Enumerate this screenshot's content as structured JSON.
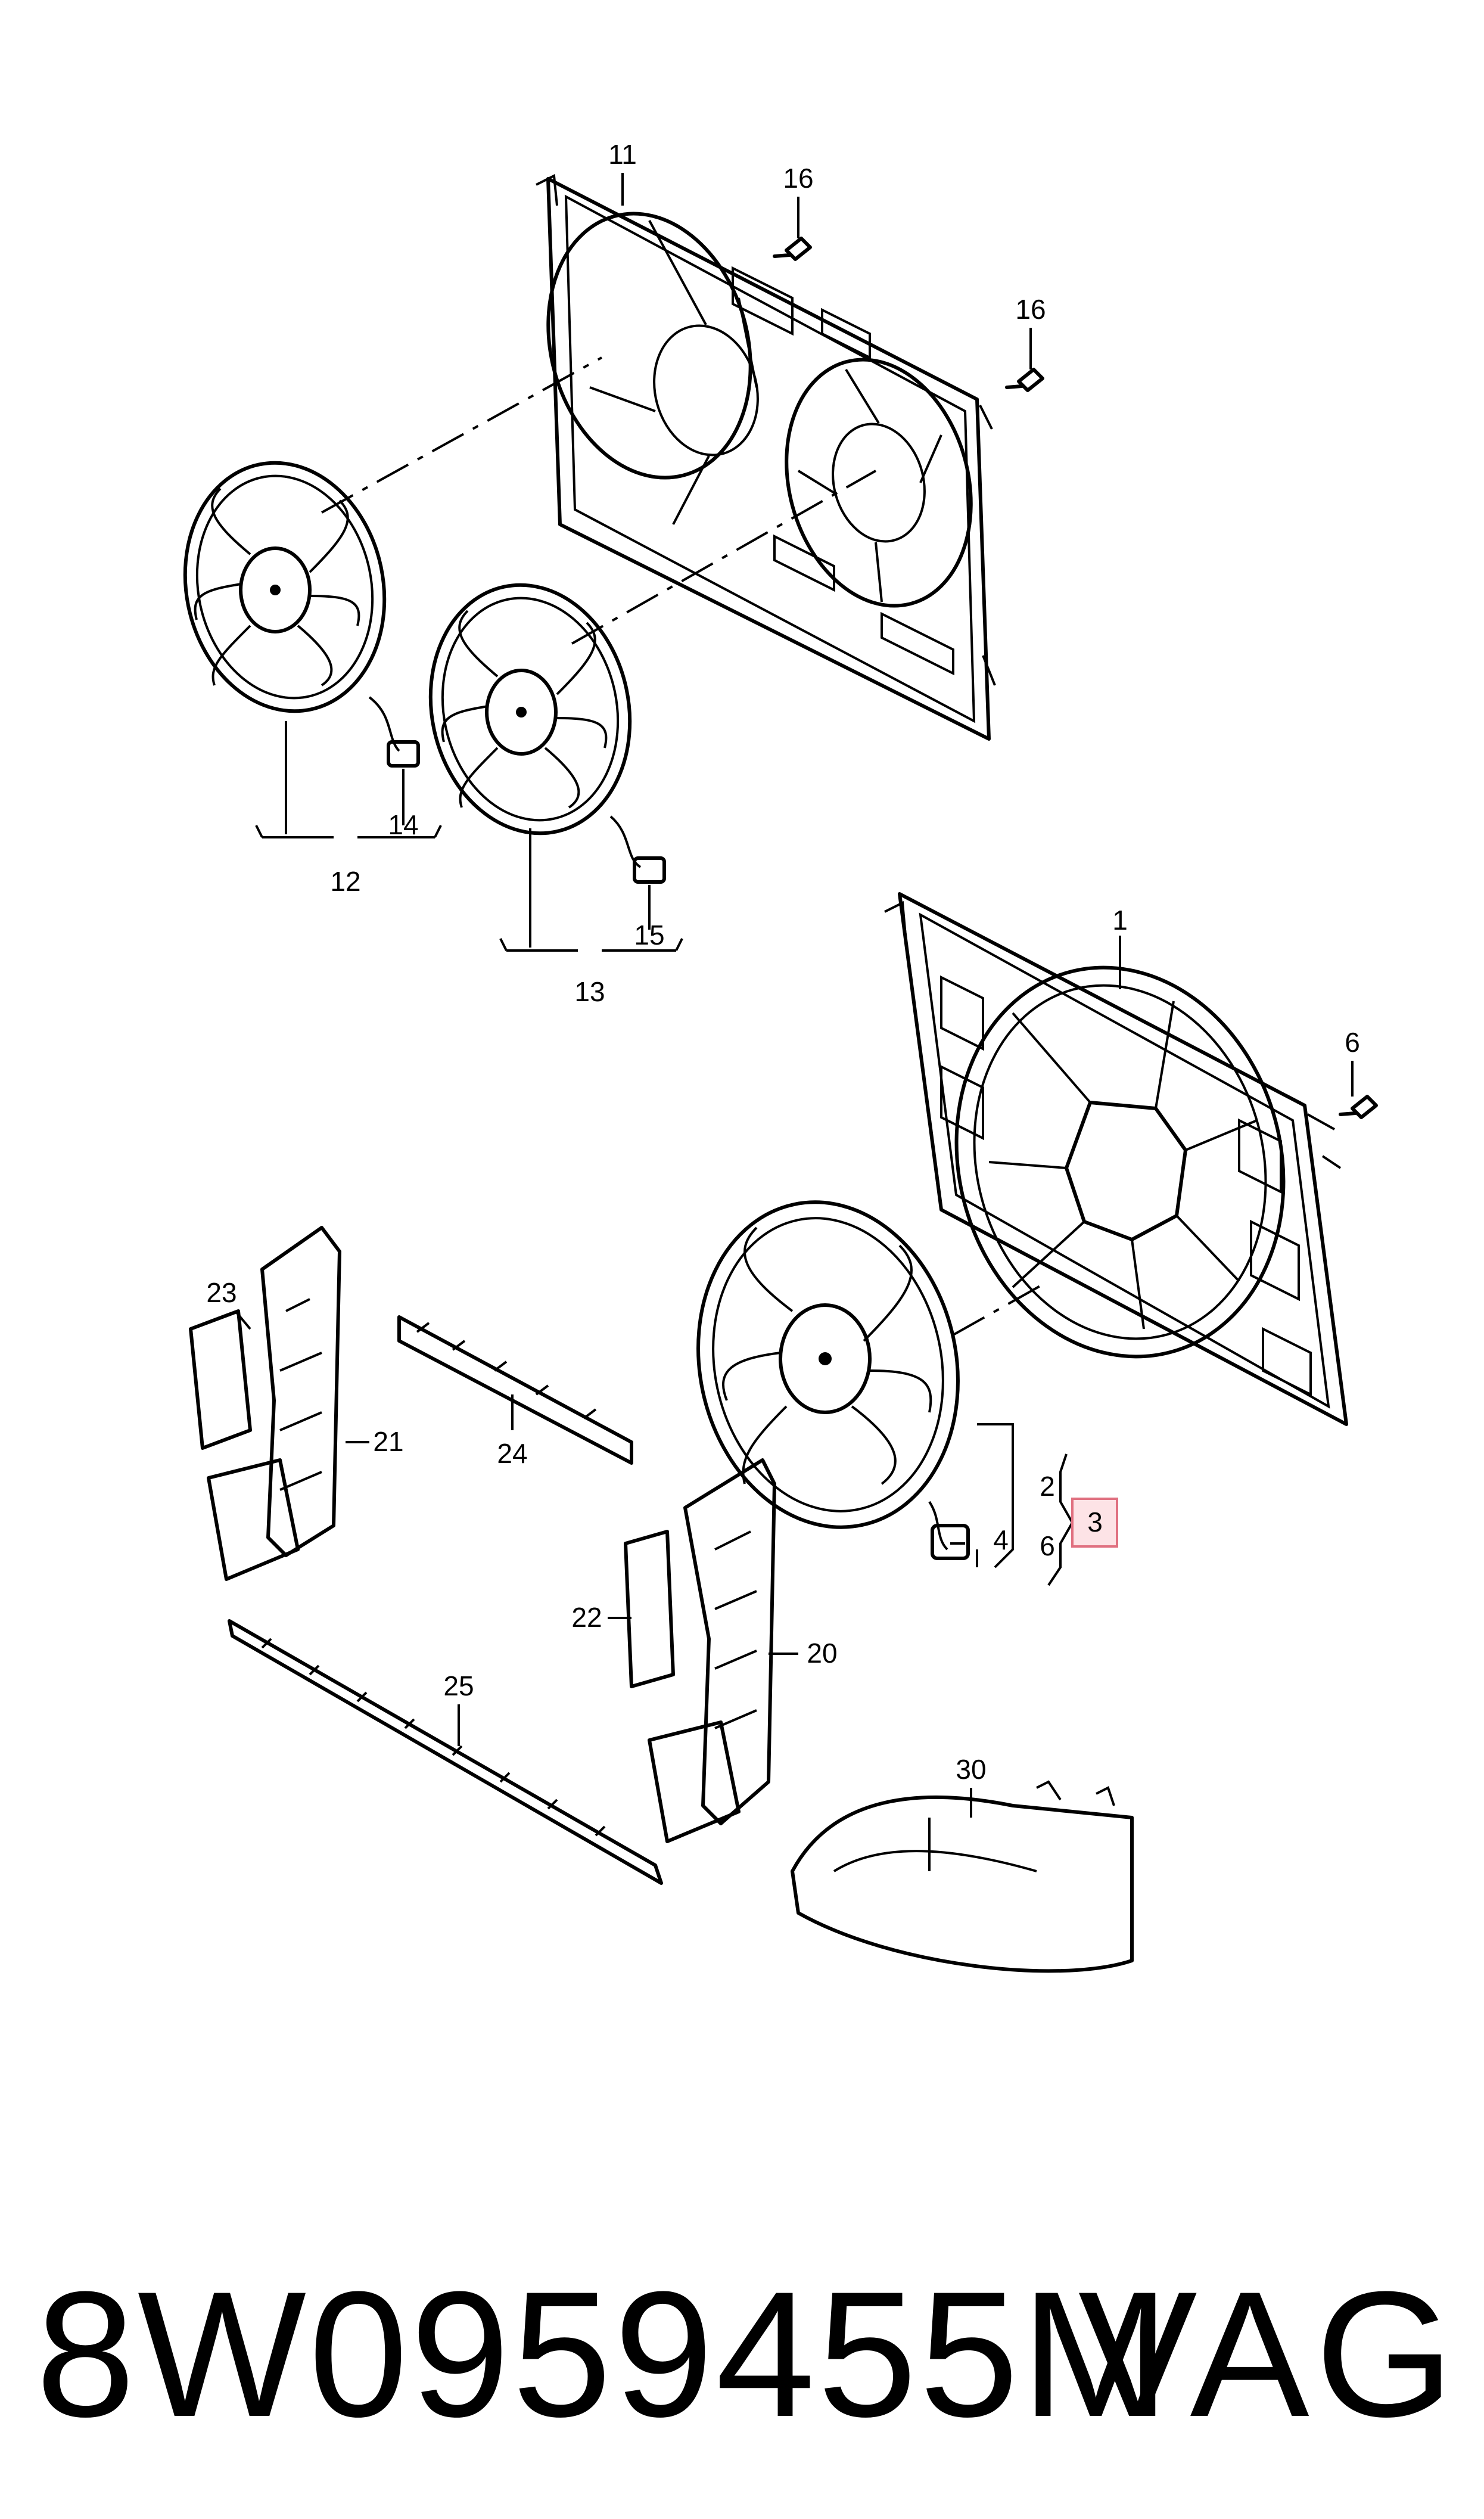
{
  "callouts": {
    "c1": "1",
    "c2": "2",
    "c3": "3",
    "c4": "4",
    "c6a": "6",
    "c6b": "6",
    "c11": "11",
    "c12": "12",
    "c13": "13",
    "c14": "14",
    "c15": "15",
    "c16a": "16",
    "c16b": "16",
    "c20": "20",
    "c21": "21",
    "c22": "22",
    "c23": "23",
    "c24": "24",
    "c25": "25",
    "c30": "30"
  },
  "highlight_color": "#e07080",
  "footer": {
    "part_number": "8W0959455M",
    "brand": "VAG"
  }
}
